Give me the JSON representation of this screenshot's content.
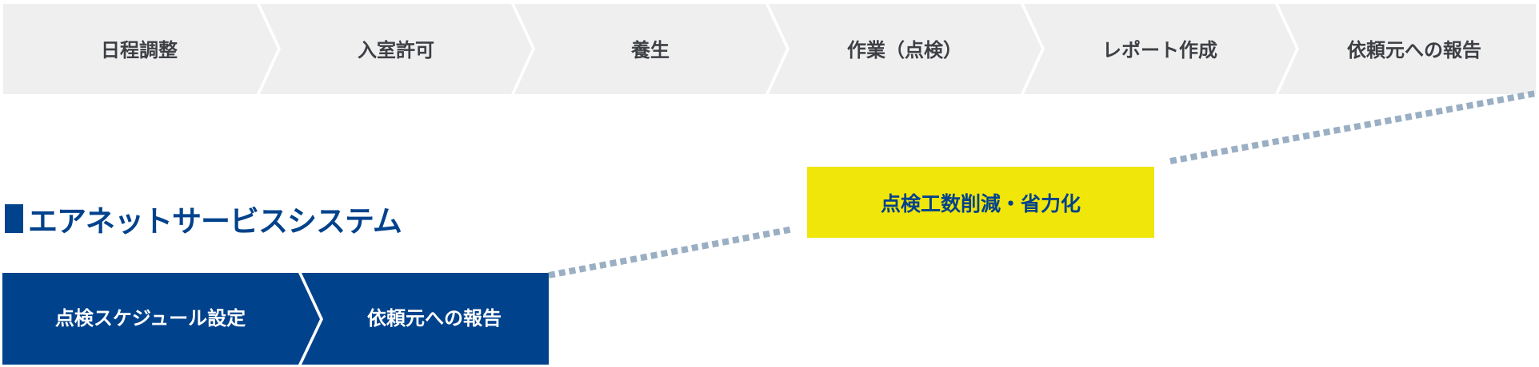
{
  "process_steps": [
    {
      "label": "日程調整"
    },
    {
      "label": "入室許可"
    },
    {
      "label": "養生"
    },
    {
      "label": "作業（点検）"
    },
    {
      "label": "レポート作成"
    },
    {
      "label": "依頼元への報告"
    }
  ],
  "system": {
    "title": "エアネットサービスシステム",
    "steps": [
      {
        "label": "点検スケジュール設定"
      },
      {
        "label": "依頼元への報告"
      }
    ]
  },
  "benefit": {
    "label": "点検工数削減・省力化"
  },
  "colors": {
    "step_bg": "#efefef",
    "step_text": "#3c3f44",
    "brand_blue": "#00428c",
    "highlight_yellow": "#f0e60a",
    "dashed_line": "#9aafc4"
  }
}
